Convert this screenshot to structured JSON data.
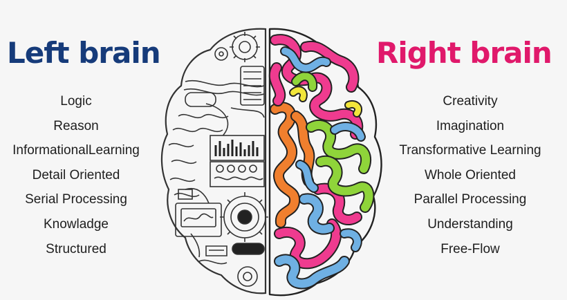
{
  "left": {
    "title": "Left brain",
    "color": "#163b7a",
    "items": [
      "Logic",
      "Reason",
      "InformationalLearning",
      "Detail Oriented",
      "Serial Processing",
      "Knowladge",
      "Structured"
    ]
  },
  "right": {
    "title": "Right brain",
    "color": "#e0196b",
    "items": [
      "Creativity",
      "Imagination",
      "Transformative Learning",
      "Whole Oriented",
      "Parallel Processing",
      "Understanding",
      "Free-Flow"
    ]
  },
  "brain": {
    "left_half": "mechanical-line-art",
    "right_half": "colorful-gyri",
    "gyri_colors": [
      "#ef3b8f",
      "#f07f2e",
      "#8fd43a",
      "#6fb0e3",
      "#f2e63b"
    ]
  }
}
